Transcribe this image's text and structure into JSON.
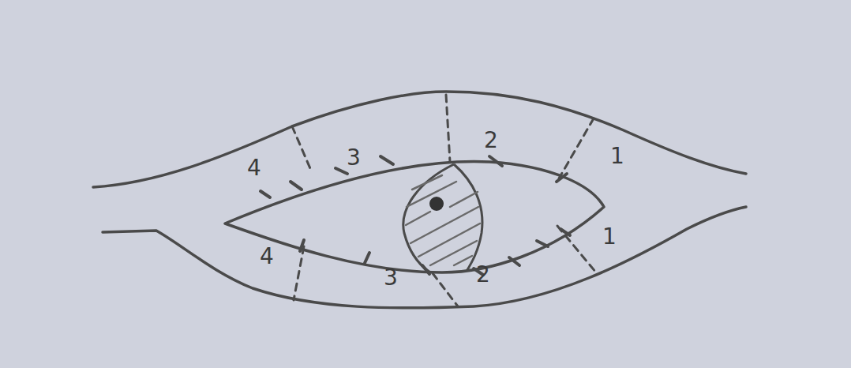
{
  "diagram": {
    "labels": [
      "4",
      "3",
      "2",
      "1",
      "4",
      "3",
      "2",
      "1"
    ]
  }
}
